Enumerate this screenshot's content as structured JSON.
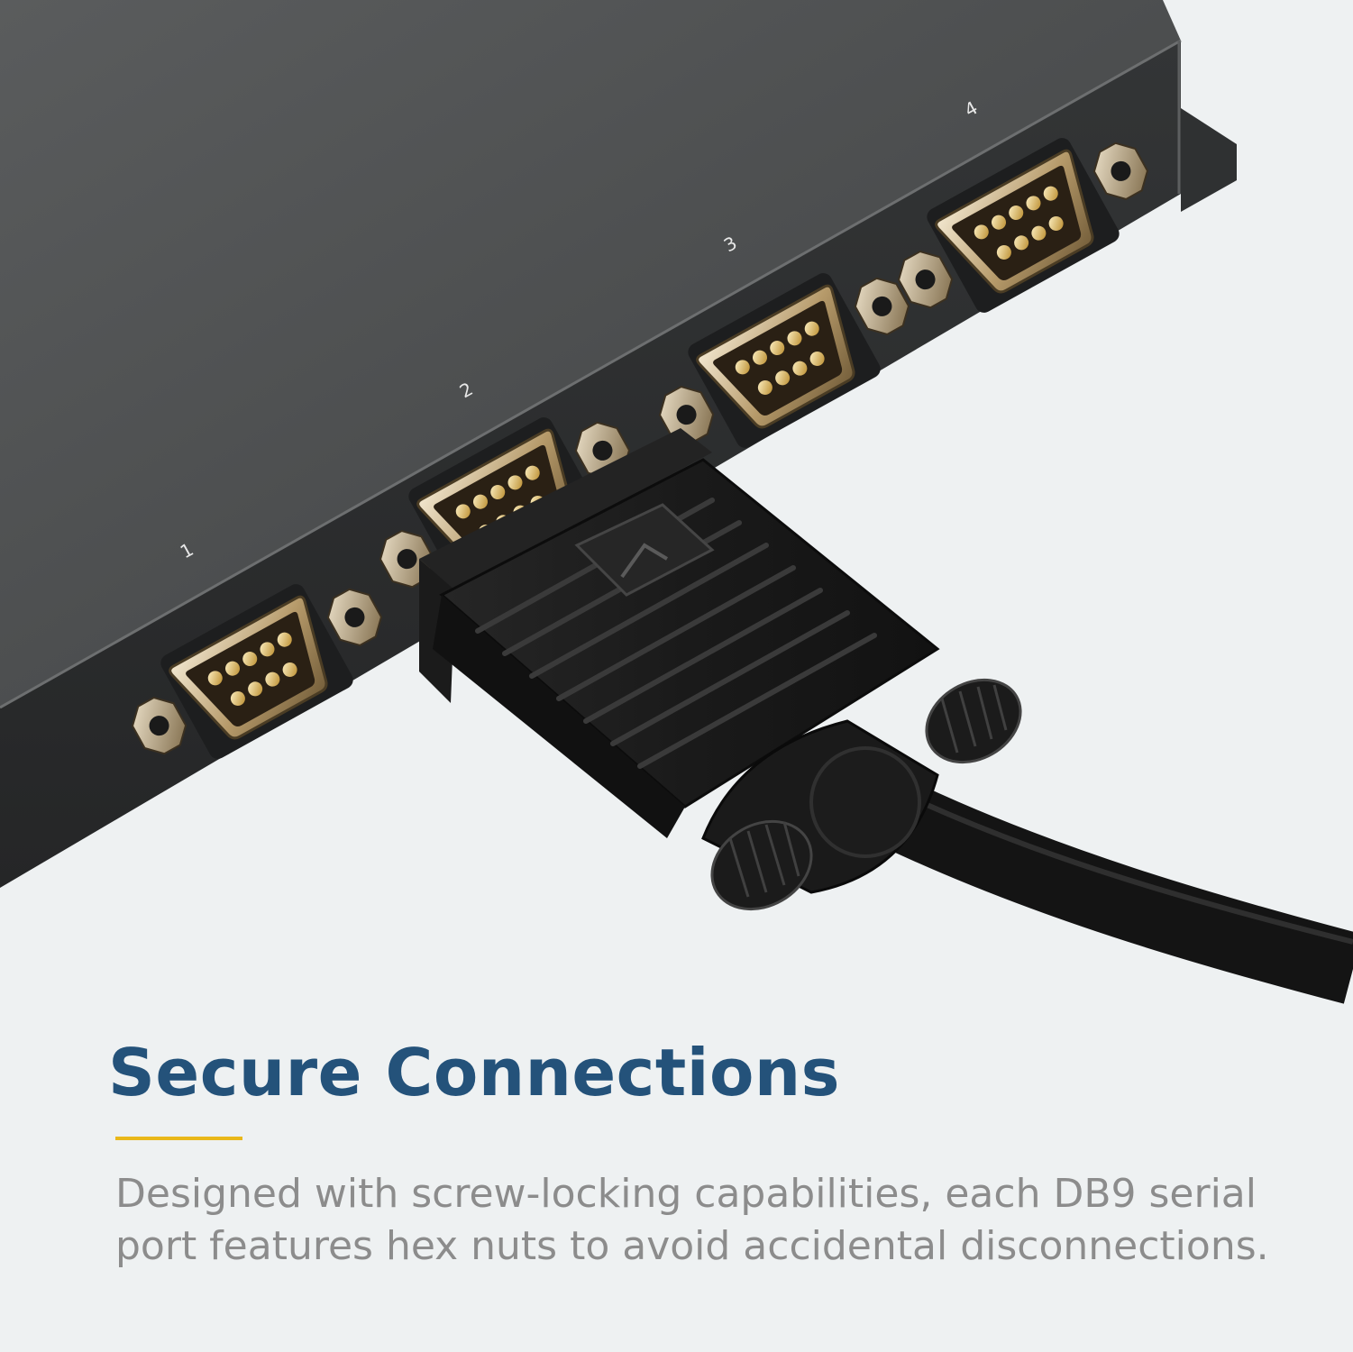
{
  "photo": {
    "port_labels": [
      "1",
      "2",
      "3",
      "4"
    ]
  },
  "heading": "Secure Connections",
  "description": "Designed with screw-locking capabilities, each DB9 serial port features hex nuts to avoid accidental disconnections.",
  "colors": {
    "background": "#eef1f2",
    "heading": "#24527a",
    "accent": "#e9b81a",
    "body_text": "#8c8c8c",
    "device_housing": "#4a4c4d",
    "cable": "#151515"
  }
}
